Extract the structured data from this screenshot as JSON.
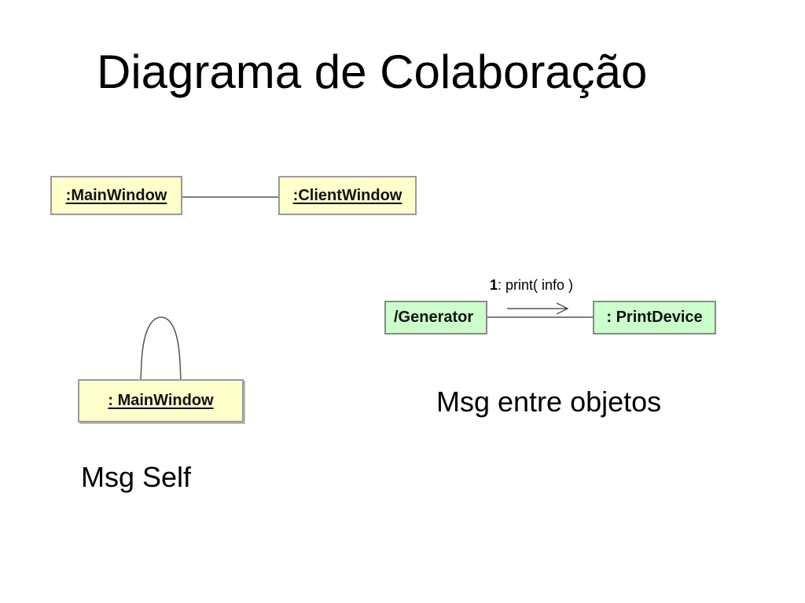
{
  "title": "Diagrama de Colaboração",
  "diagram1": {
    "left_object": ":MainWindow",
    "right_object": ":ClientWindow"
  },
  "diagram2": {
    "message_number": "1",
    "message_text": ": print( info )",
    "source_object": "/Generator",
    "target_object": ": PrintDevice",
    "caption": "Msg entre objetos"
  },
  "diagram3": {
    "object": ": MainWindow",
    "caption": "Msg Self"
  }
}
